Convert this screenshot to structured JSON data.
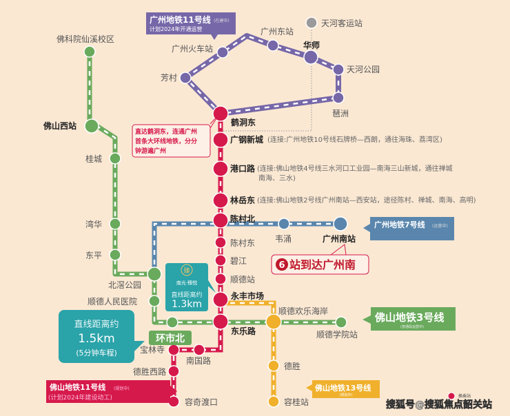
{
  "colors": {
    "background": "#fae8d3",
    "gz11": "#7667a8",
    "fs11": "#d6194b",
    "fs3": "#6aaa5d",
    "gz7": "#5a86ad",
    "fs13": "#f0b02c",
    "teal": "#2aa3a9"
  },
  "lines": {
    "gz11": {
      "name": "广州地铁11号线",
      "status": "(在建中)",
      "plan": "计划2024年开通运营"
    },
    "gz7": {
      "name": "广州地铁7号线",
      "status": "(运营中)"
    },
    "fs3": {
      "name": "佛山地铁3号线",
      "status": "(普通段运营中)"
    },
    "fs13": {
      "name": "佛山地铁13号线",
      "status": "(规划中)"
    },
    "fs11": {
      "name": "佛山地铁11号线",
      "status": "(规划中)",
      "plan": "(计划2024年建设动工)"
    }
  },
  "stations": {
    "fangcun": "芳村",
    "gz_train": "广州火车站",
    "gz_east": "广州东站",
    "huashi": "华师",
    "tianhe_park": "天河公园",
    "pazhou": "琶洲",
    "tianhe_bus": "天河客运站",
    "hedongdong": "鹤洞东",
    "guanggang": "广钢新城",
    "gangkou": "港口路",
    "linyuedong": "林岳东",
    "chencunbei": "陈村北",
    "chencundong": "陈村东",
    "bijiang": "碧江",
    "shunde": "顺德站",
    "yongfeng": "永丰市场",
    "donglelu": "东乐路",
    "baolinsi": "宝林寺",
    "nanguolu": "南国路",
    "deshengxilu": "德胜西路",
    "rongqi": "容奇渡口",
    "foke": "佛科院仙溪校区",
    "foshan_west": "佛山西站",
    "guicheng": "桂城",
    "wanhua": "湾华",
    "dongping": "东平",
    "beijiao_park": "北滘公园",
    "shunde_hospital": "顺德人民医院",
    "huanshibei": "环市北",
    "shunde_happy": "顺德欢乐海岸",
    "shunde_college": "顺德学院站",
    "weiyong": "韦涌",
    "gz_south": "广州南站",
    "desheng": "德胜",
    "ronggui": "容桂站"
  },
  "notes": {
    "guanggang": "(连接:广州地铁10号线石牌桥—西朗，通往海珠、荔湾区)",
    "gangkou_1": "(连接:佛山地铁4号线三水河口工业园—南海三山新城，通往禅城",
    "gangkou_2": "南海、三水)",
    "linyuedong": "(连接:佛山地铁2号线广州南站—西安站，途径陈村、禅城、南海、高明)"
  },
  "callouts": {
    "hedong": [
      "直达鹤洞东，连通广州",
      "首条大环线地铁，分分",
      "钟游遍广州"
    ],
    "six_num": "6",
    "six_text": "站到达广州南",
    "project_logo": "臻",
    "project_name": "南光·臻悦",
    "dist_13_label": "直线距离约",
    "dist_13_value": "1.3km",
    "dist_15_label": "直线距离约",
    "dist_15_value": "1.5km",
    "dist_15_time": "(5分钟车程)"
  },
  "legend": {
    "transfer": "换乘站"
  },
  "watermark": "搜狐号@搜狐焦点韶关站"
}
